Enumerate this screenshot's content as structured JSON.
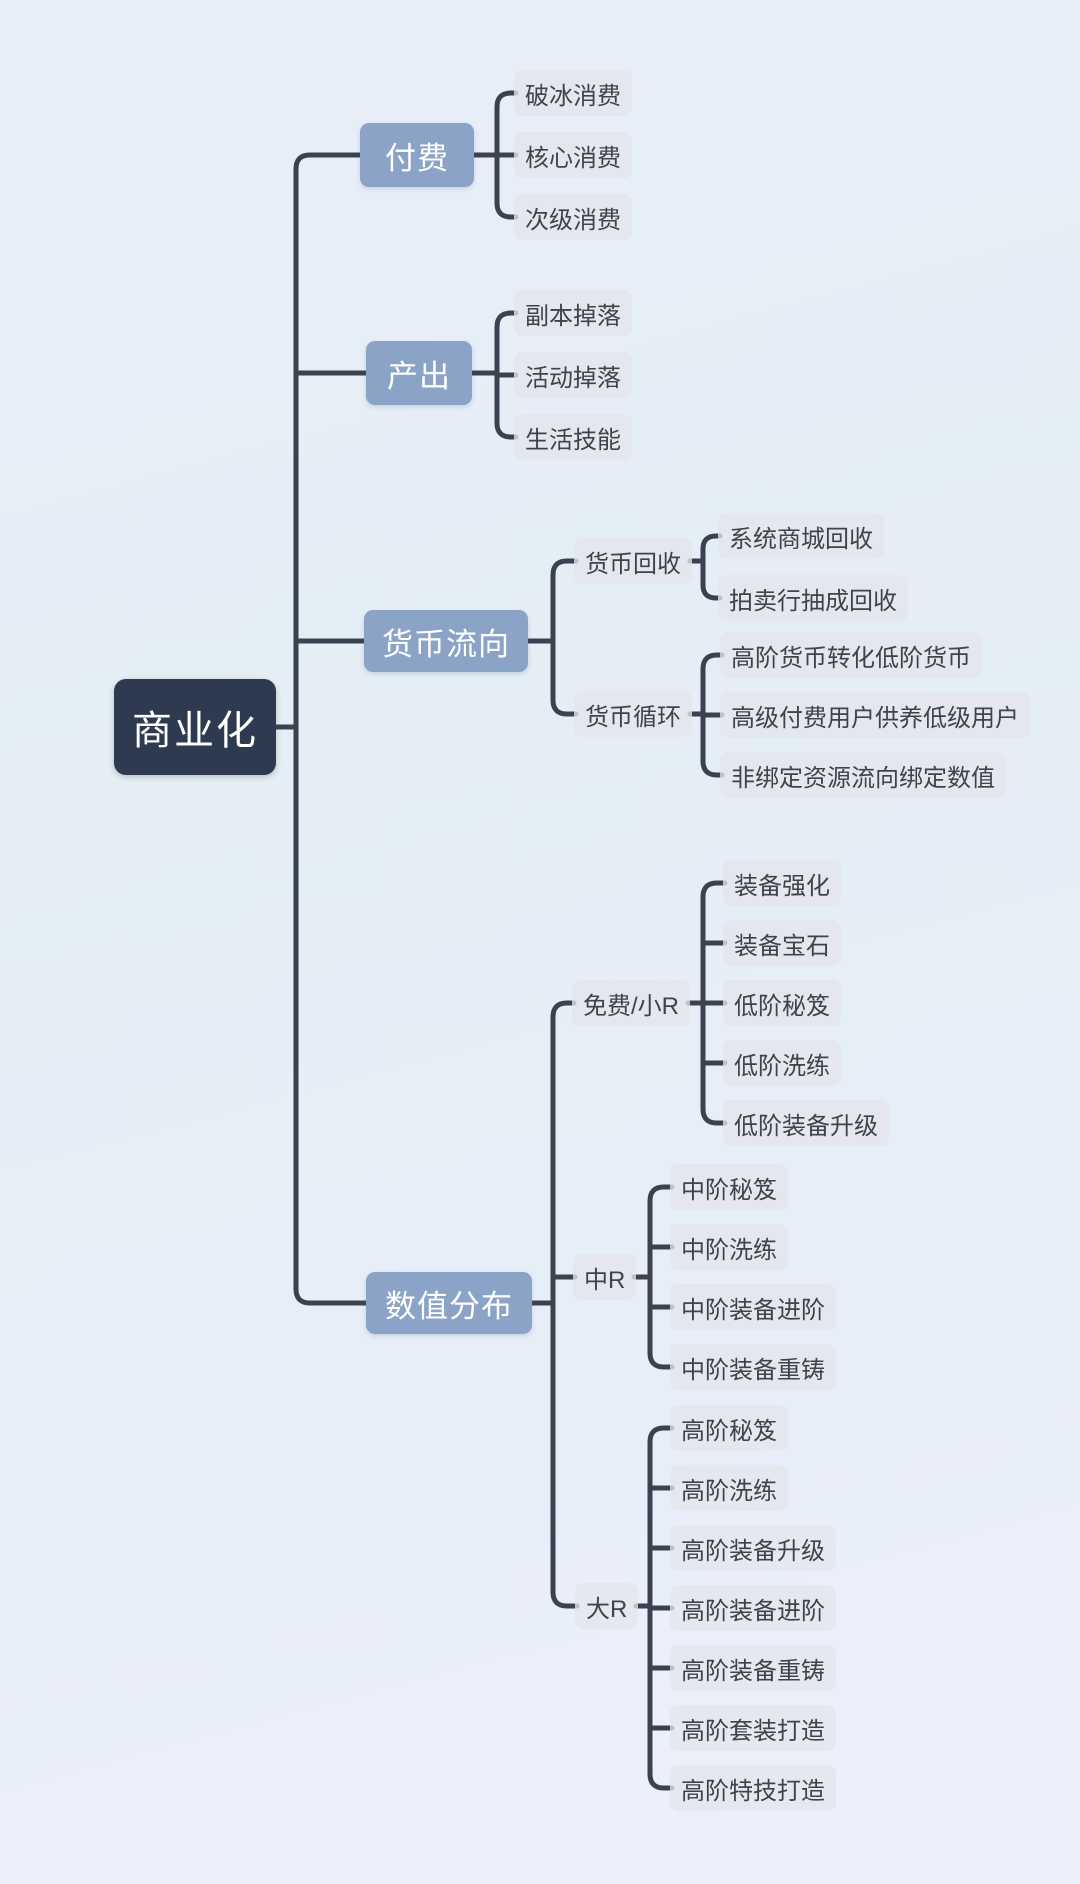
{
  "mindmap": {
    "label": "商业化",
    "children": [
      {
        "label": "付费",
        "children": [
          {
            "label": "破冰消费"
          },
          {
            "label": "核心消费"
          },
          {
            "label": "次级消费"
          }
        ]
      },
      {
        "label": "产出",
        "children": [
          {
            "label": "副本掉落"
          },
          {
            "label": "活动掉落"
          },
          {
            "label": "生活技能"
          }
        ]
      },
      {
        "label": "货币流向",
        "children": [
          {
            "label": "货币回收",
            "children": [
              {
                "label": "系统商城回收"
              },
              {
                "label": "拍卖行抽成回收"
              }
            ]
          },
          {
            "label": "货币循环",
            "children": [
              {
                "label": "高阶货币转化低阶货币"
              },
              {
                "label": "高级付费用户供养低级用户"
              },
              {
                "label": "非绑定资源流向绑定数值"
              }
            ]
          }
        ]
      },
      {
        "label": "数值分布",
        "children": [
          {
            "label": "免费/小R",
            "children": [
              {
                "label": "装备强化"
              },
              {
                "label": "装备宝石"
              },
              {
                "label": "低阶秘笈"
              },
              {
                "label": "低阶洗练"
              },
              {
                "label": "低阶装备升级"
              }
            ]
          },
          {
            "label": "中R",
            "children": [
              {
                "label": "中阶秘笈"
              },
              {
                "label": "中阶洗练"
              },
              {
                "label": "中阶装备进阶"
              },
              {
                "label": "中阶装备重铸"
              }
            ]
          },
          {
            "label": "大R",
            "children": [
              {
                "label": "高阶秘笈"
              },
              {
                "label": "高阶洗练"
              },
              {
                "label": "高阶装备升级"
              },
              {
                "label": "高阶装备进阶"
              },
              {
                "label": "高阶装备重铸"
              },
              {
                "label": "高阶套装打造"
              },
              {
                "label": "高阶特技打造"
              }
            ]
          }
        ]
      }
    ]
  },
  "colors": {
    "root_fill": "#2e3a4f",
    "branch_fill": "#8ba3c6",
    "leaf_fill": "rgba(228,230,236,0.78)",
    "leaf_text": "#3e434c",
    "line": "#3a4150",
    "background": "#e8eefa"
  }
}
